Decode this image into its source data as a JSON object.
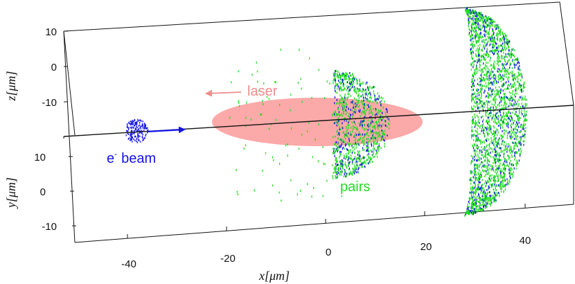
{
  "figure": {
    "labels": {
      "laser": "laser",
      "beam_prefix": "e",
      "beam_sup": "-",
      "beam_suffix": "beam",
      "pairs": "pairs"
    },
    "colors": {
      "laser_fill": "#fa9a9a",
      "laser_text": "#f08c8c",
      "beam": "#1414e6",
      "pairs": "#22dd22",
      "axis": "#111111"
    },
    "axes": {
      "x": {
        "label": "x[μm]",
        "ticks": [
          "-40",
          "-20",
          "0",
          "20",
          "40"
        ]
      },
      "y": {
        "label": "y[μm]",
        "ticks": [
          "10",
          "0",
          "-10"
        ]
      },
      "z": {
        "label": "z[μm]",
        "ticks": [
          "10",
          "0",
          "-10"
        ]
      }
    }
  }
}
